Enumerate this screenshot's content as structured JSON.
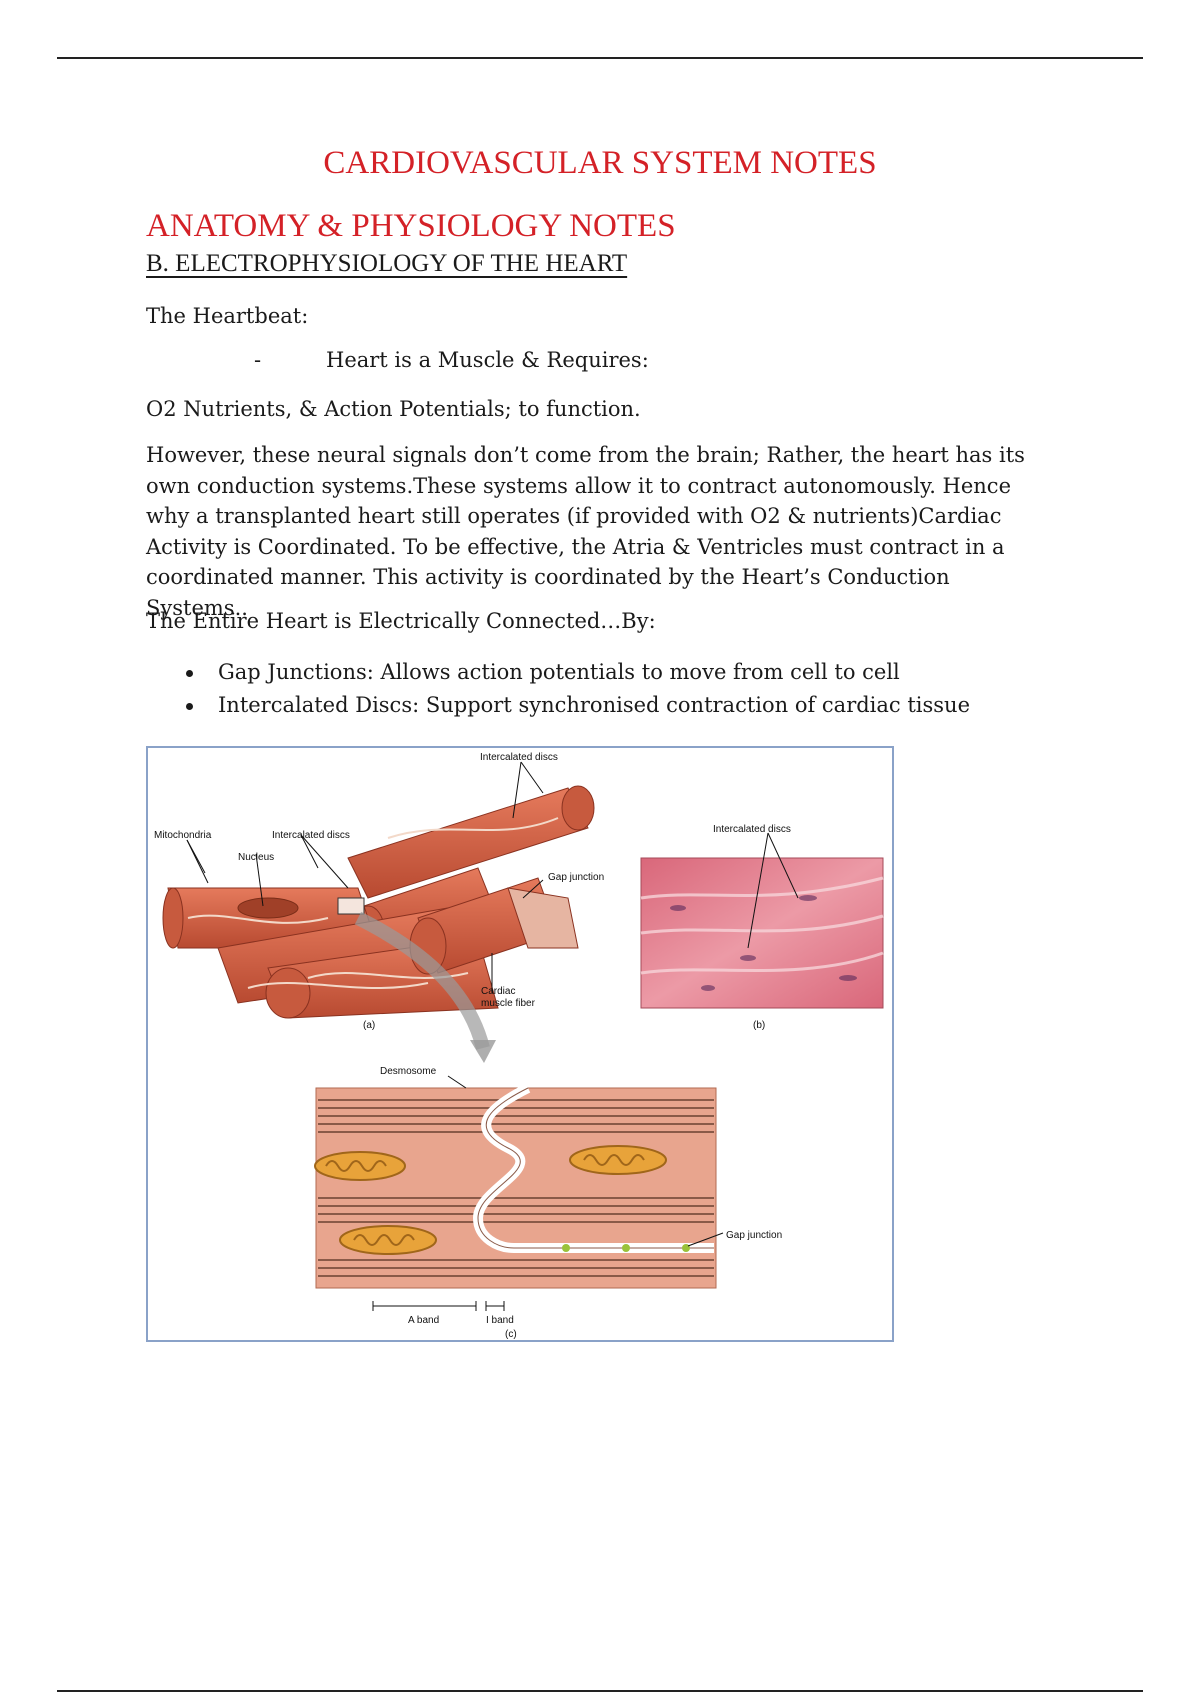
{
  "header": {
    "title": "CARDIOVASCULAR SYSTEM NOTES",
    "subtitle": "ANATOMY & PHYSIOLOGY NOTES",
    "section": "B. ELECTROPHYSIOLOGY OF THE HEART"
  },
  "body": {
    "heartbeat_heading": "The Heartbeat:",
    "dash": "-",
    "dash_item": "Heart is a Muscle & Requires:",
    "requires": "O2 Nutrients, & Action Potentials; to function.",
    "paragraph": "However, these neural signals don’t come from the brain; Rather, the heart has its own conduction systems.These systems allow it to contract autonomously. Hence why a transplanted heart still operates (if provided with O2 & nutrients)Cardiac Activity is Coordinated. To be effective, the Atria & Ventricles must contract in a coordinated manner. This activity is coordinated by the Heart’s Conduction Systems..",
    "connected": "The Entire Heart is Electrically Connected…By:",
    "bullets": [
      "Gap Junctions: Allows action potentials to move from cell to cell",
      "Intercalated Discs: Support synchronised contraction of cardiac tissue"
    ]
  },
  "figure": {
    "labels": {
      "intercalated_top": "Intercalated discs",
      "mitochondria": "Mitochondria",
      "intercalated_left": "Intercalated discs",
      "nucleus": "Nucleus",
      "gap_junction_a": "Gap junction",
      "cardiac_fiber_1": "Cardiac",
      "cardiac_fiber_2": "muscle fiber",
      "panel_a": "(a)",
      "intercalated_b": "Intercalated discs",
      "panel_b": "(b)",
      "desmosome": "Desmosome",
      "gap_junction_c": "Gap junction",
      "a_band": "A band",
      "i_band": "I band",
      "panel_c": "(c)"
    },
    "colors": {
      "muscle": "#d9674a",
      "muscle_dark": "#b84a31",
      "histology": "#e0838f",
      "sarcomere_bg": "#e8a58e",
      "mito": "#e8a33a"
    }
  }
}
